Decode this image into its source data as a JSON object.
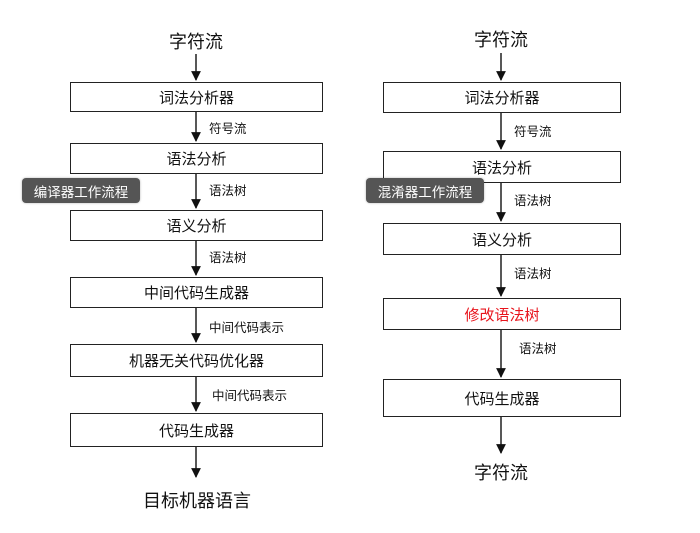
{
  "left_flow": {
    "input": "字符流",
    "stages": [
      "词法分析器",
      "语法分析",
      "语义分析",
      "中间代码生成器",
      "机器无关代码优化器",
      "代码生成器"
    ],
    "edge_labels": [
      "符号流",
      "语法树",
      "语法树",
      "中间代码表示",
      "中间代码表示"
    ],
    "output": "目标机器语言",
    "badge": "编译器工作流程"
  },
  "right_flow": {
    "input": "字符流",
    "stages": [
      "词法分析器",
      "语法分析",
      "语义分析",
      "修改语法树",
      "代码生成器"
    ],
    "edge_labels": [
      "符号流",
      "语法树",
      "语法树",
      "语法树"
    ],
    "output": "字符流",
    "badge": "混淆器工作流程",
    "highlight_color": "#e8141c"
  },
  "colors": {
    "box_border": "#222222",
    "badge_background": "#555555",
    "badge_text": "#ffffff"
  }
}
